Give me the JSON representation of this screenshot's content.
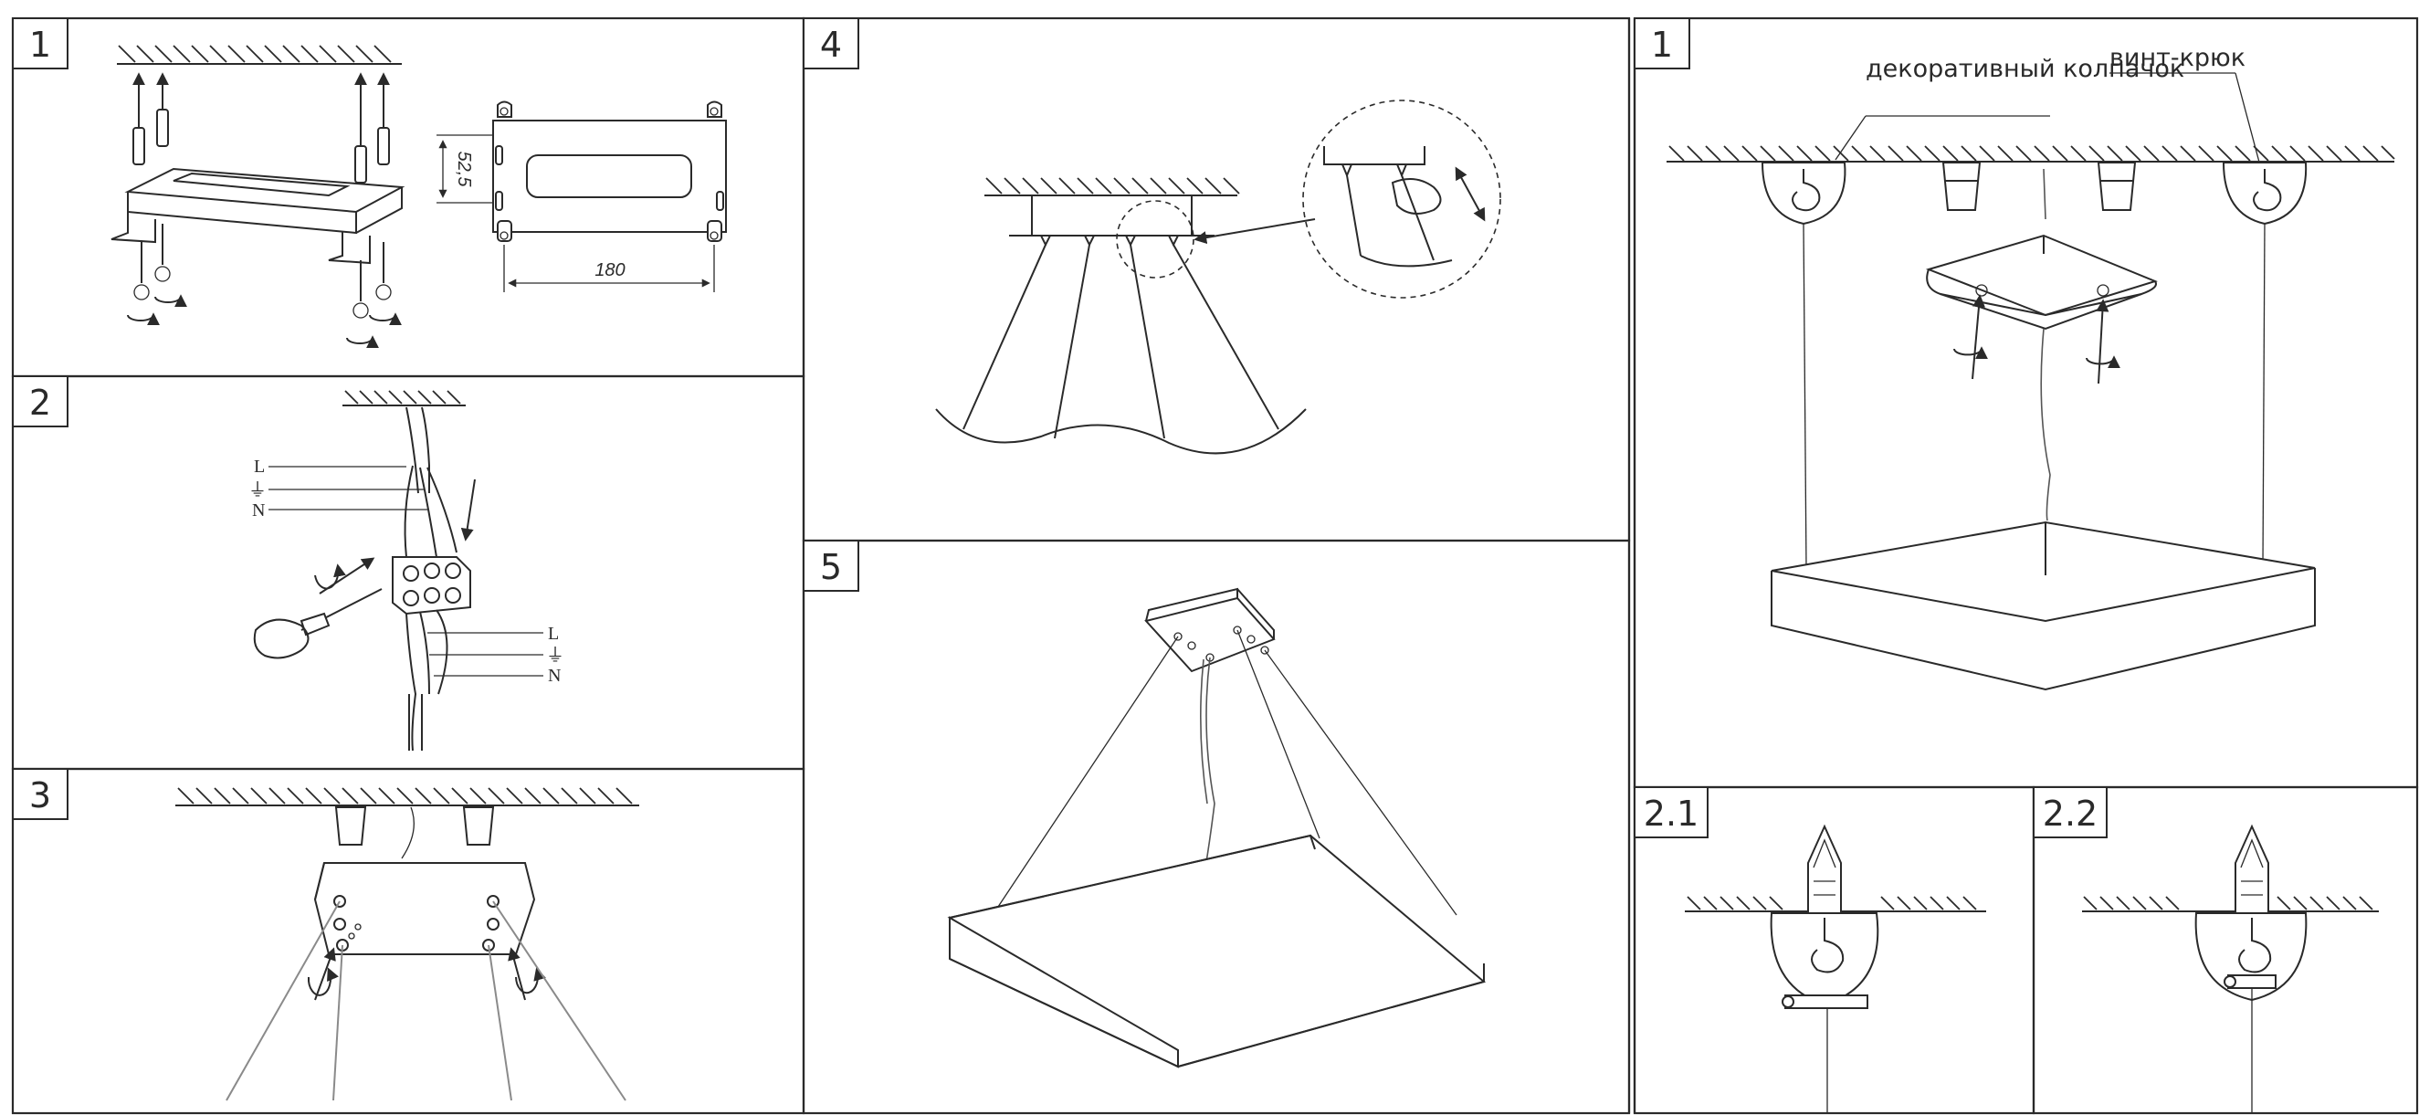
{
  "panels": {
    "p1": {
      "number": "1"
    },
    "p2": {
      "number": "2"
    },
    "p3": {
      "number": "3"
    },
    "p4": {
      "number": "4"
    },
    "p5": {
      "number": "5"
    },
    "r1": {
      "number": "1"
    },
    "r21": {
      "number": "2.1"
    },
    "r22": {
      "number": "2.2"
    }
  },
  "dimensions": {
    "height": "52,5",
    "width": "180"
  },
  "wiring": {
    "top": [
      "L",
      "⏚",
      "N"
    ],
    "bottom": [
      "L",
      "⏚",
      "N"
    ]
  },
  "callouts": {
    "cap": "декоративный колпачок",
    "hook": "винт-крюк"
  },
  "colors": {
    "line": "#2a2a2a",
    "background": "#ffffff",
    "cable": "#8a8a8a"
  }
}
